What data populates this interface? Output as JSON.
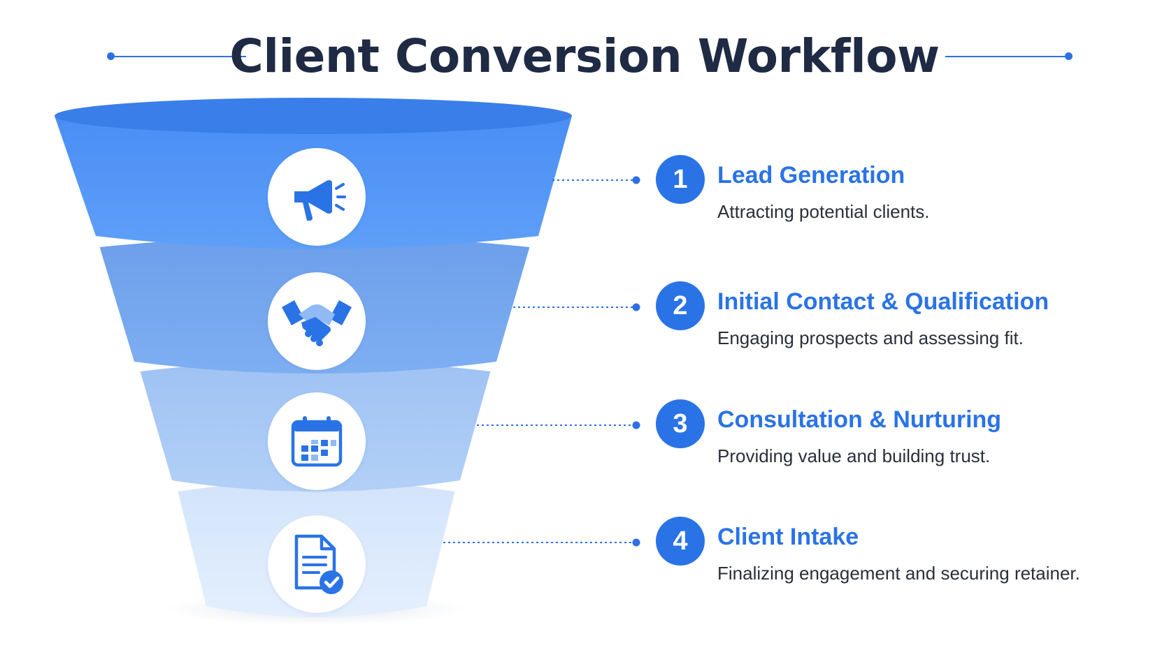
{
  "title": "Client Conversion Workflow",
  "colors": {
    "accent": "#2a73e6",
    "title_text": "#1f2a44",
    "body_text": "#2a2f3a",
    "tier1": "#5a9df7",
    "tier2": "#79a9ef",
    "tier3": "#a9c9f5",
    "tier4": "#d9e8fb"
  },
  "steps": [
    {
      "number": "1",
      "title": "Lead Generation",
      "description": "Attracting potential clients.",
      "icon": "megaphone-icon"
    },
    {
      "number": "2",
      "title": "Initial Contact & Qualification",
      "description": "Engaging prospects and assessing fit.",
      "icon": "handshake-icon"
    },
    {
      "number": "3",
      "title": "Consultation & Nurturing",
      "description": "Providing value and building trust.",
      "icon": "calendar-icon"
    },
    {
      "number": "4",
      "title": "Client Intake",
      "description": "Finalizing engagement and securing retainer.",
      "icon": "document-check-icon"
    }
  ]
}
